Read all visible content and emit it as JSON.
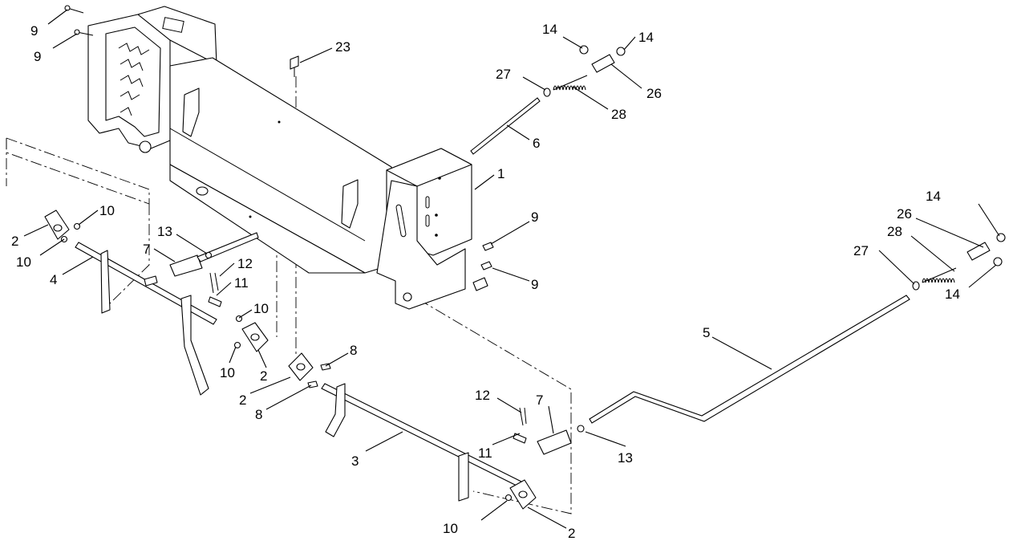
{
  "labels": [
    {
      "id": "c1",
      "text": "9"
    },
    {
      "id": "c2",
      "text": "9"
    },
    {
      "id": "c3",
      "text": "23"
    },
    {
      "id": "c4",
      "text": "14"
    },
    {
      "id": "c5",
      "text": "14"
    },
    {
      "id": "c6",
      "text": "27"
    },
    {
      "id": "c7",
      "text": "26"
    },
    {
      "id": "c8",
      "text": "28"
    },
    {
      "id": "c9",
      "text": "6"
    },
    {
      "id": "c10",
      "text": "1"
    },
    {
      "id": "c11",
      "text": "10"
    },
    {
      "id": "c12",
      "text": "2"
    },
    {
      "id": "c13",
      "text": "10"
    },
    {
      "id": "c14",
      "text": "4"
    },
    {
      "id": "c15",
      "text": "13"
    },
    {
      "id": "c16",
      "text": "7"
    },
    {
      "id": "c17",
      "text": "12"
    },
    {
      "id": "c18",
      "text": "11"
    },
    {
      "id": "c19",
      "text": "10"
    },
    {
      "id": "c20",
      "text": "10"
    },
    {
      "id": "c21",
      "text": "2"
    },
    {
      "id": "c22",
      "text": "9"
    },
    {
      "id": "c23",
      "text": "9"
    },
    {
      "id": "c24",
      "text": "14"
    },
    {
      "id": "c25",
      "text": "26"
    },
    {
      "id": "c26",
      "text": "28"
    },
    {
      "id": "c27",
      "text": "27"
    },
    {
      "id": "c28",
      "text": "14"
    },
    {
      "id": "c29",
      "text": "5"
    },
    {
      "id": "c30",
      "text": "8"
    },
    {
      "id": "c31",
      "text": "2"
    },
    {
      "id": "c32",
      "text": "8"
    },
    {
      "id": "c33",
      "text": "12"
    },
    {
      "id": "c34",
      "text": "7"
    },
    {
      "id": "c35",
      "text": "11"
    },
    {
      "id": "c36",
      "text": "3"
    },
    {
      "id": "c37",
      "text": "13"
    },
    {
      "id": "c38",
      "text": "10"
    },
    {
      "id": "c39",
      "text": "2"
    }
  ]
}
